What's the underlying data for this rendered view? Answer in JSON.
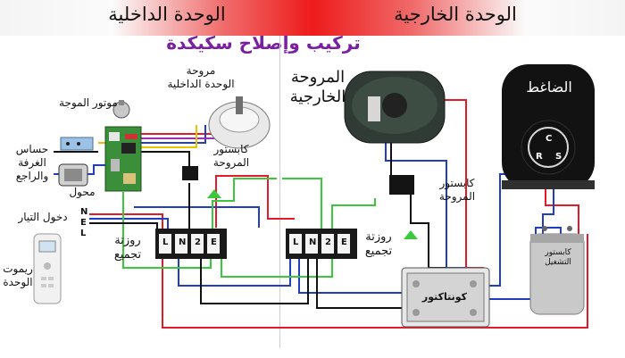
{
  "header": {
    "indoor_unit": "الوحدة الداخلية",
    "outdoor_unit": "الوحدة الخارجية",
    "subtitle": "تركيب وإصلاح سكيكدة"
  },
  "indoor": {
    "swing_motor": "موتور الموجة",
    "indoor_fan": "مروحة\nالوحدة الداخلية",
    "room_sensor": "حساس\nالغرفة\nوالراجع",
    "transformer": "محول",
    "power_input": "دخول التيار",
    "fan_capacitor": "كابستور\nالمروحة",
    "terminal_block": "روزتة\nتجميع",
    "remote": "ريموت\nالوحدة",
    "power_terminals": [
      "N",
      "E",
      "L"
    ],
    "block_terminals": [
      "L",
      "N",
      "2",
      "E"
    ]
  },
  "outdoor": {
    "outdoor_fan": "المروحة\nالخارجية",
    "compressor": "الضاغط",
    "fan_capacitor": "كابستور\nالمروحة",
    "terminal_block": "روزتة\nتجميع",
    "contactor": "كونتاكتور",
    "run_capacitor": "كابستور\nالتشغيل",
    "block_terminals": [
      "L",
      "N",
      "2",
      "E"
    ],
    "compressor_terminals": [
      "C",
      "R",
      "S"
    ]
  },
  "colors": {
    "wire_red": "#e21b2a",
    "wire_blue": "#1f3fbf",
    "wire_green": "#3cc83c",
    "wire_black": "#111111",
    "wire_purple": "#9b2fb8",
    "wire_yellow": "#e6c600",
    "title_purple": "#7a1fa2"
  }
}
